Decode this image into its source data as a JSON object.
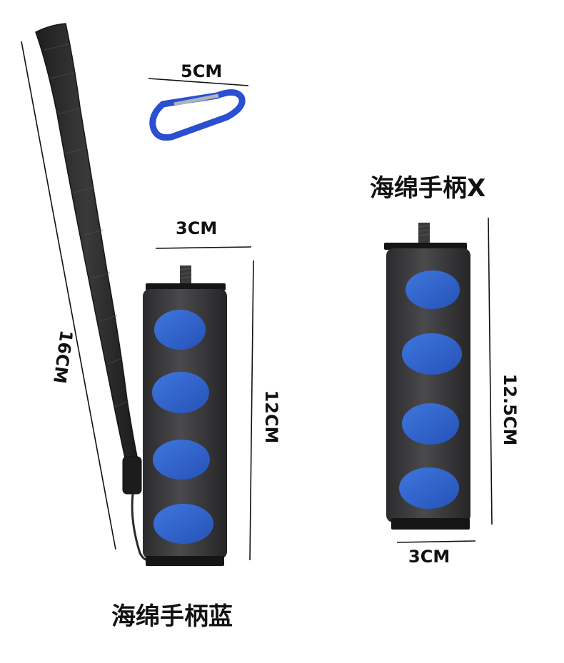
{
  "labels": {
    "carabiner_width": "5CM",
    "strap_length": "16CM",
    "blue_handle_width": "3CM",
    "blue_handle_height": "12CM",
    "black_handle_width": "3CM",
    "black_handle_height": "12.5CM"
  },
  "titles": {
    "black_handle": "海绵手柄X",
    "blue_handle": "海绵手柄蓝"
  },
  "colors": {
    "foam_dark": "#3b3b3d",
    "foam_blue": "#2f63c9",
    "carabiner_blue": "#2a4fd0",
    "metal": "#aeb4bb",
    "strap": "#2a2a2a"
  }
}
